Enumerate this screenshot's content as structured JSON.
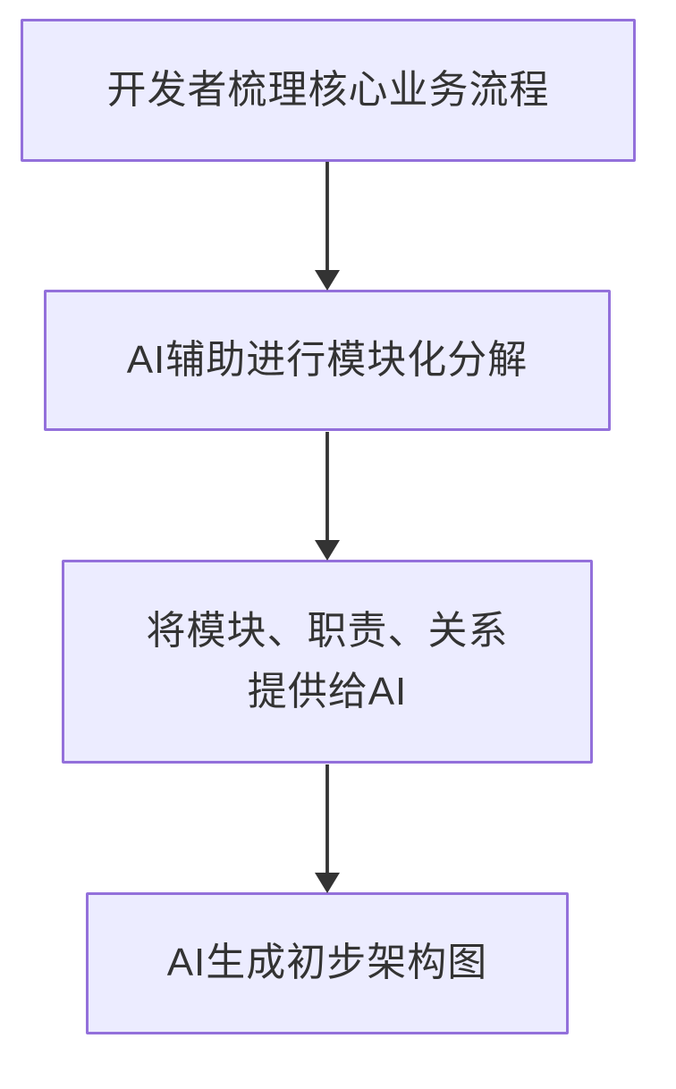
{
  "diagram": {
    "type": "flowchart",
    "direction": "top-down",
    "nodes": [
      {
        "id": "step-1",
        "label": "开发者梳理核心业务流程"
      },
      {
        "id": "step-2",
        "label": "AI辅助进行模块化分解"
      },
      {
        "id": "step-3",
        "label": "将模块、职责、关系\n提供给AI"
      },
      {
        "id": "step-4",
        "label": "AI生成初步架构图"
      }
    ],
    "edges": [
      {
        "from": "step-1",
        "to": "step-2"
      },
      {
        "from": "step-2",
        "to": "step-3"
      },
      {
        "from": "step-3",
        "to": "step-4"
      }
    ],
    "colors": {
      "node_fill": "#ECECFF",
      "node_stroke": "#9370DB",
      "arrow": "#333333",
      "text": "#333333",
      "background": "#FFFFFF"
    }
  }
}
